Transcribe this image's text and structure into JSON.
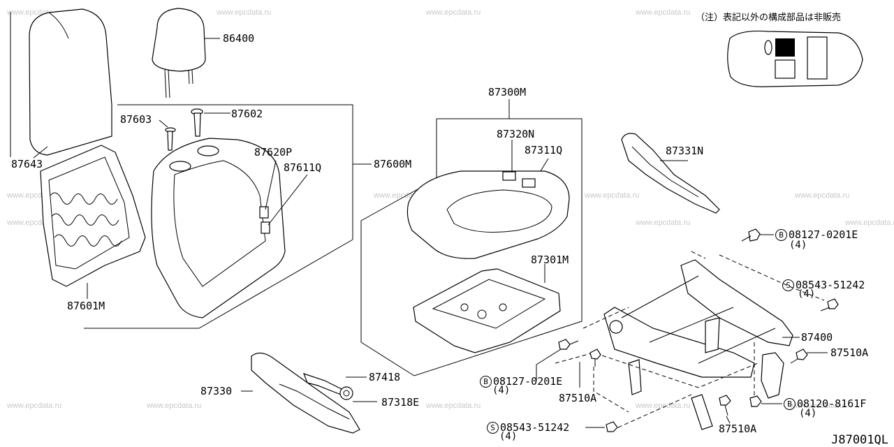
{
  "note": "（注）表記以外の構成部品は非販売",
  "figure_ref": "J87001QL",
  "watermark": "www.epcdata.ru",
  "parts": {
    "p86400": "86400",
    "p87602": "87602",
    "p87603": "87603",
    "p87620P": "87620P",
    "p87611Q": "87611Q",
    "p87600M": "87600M",
    "p87643": "87643",
    "p87601M": "87601M",
    "p87300M": "87300M",
    "p87320N": "87320N",
    "p87311Q": "87311Q",
    "p87301M": "87301M",
    "p87331N": "87331N",
    "p87400": "87400",
    "p87330": "87330",
    "p87418": "87418",
    "p87318E": "87318E",
    "p87510A_1": "87510A",
    "p87510A_2": "87510A",
    "p87510A_3": "87510A"
  },
  "fasteners": {
    "f1": {
      "badge": "B",
      "code": "08127-0201E",
      "qty": "(4)"
    },
    "f2": {
      "badge": "S",
      "code": "08543-51242",
      "qty": "(4)"
    },
    "f3": {
      "badge": "B",
      "code": "08127-0201E",
      "qty": "(4)"
    },
    "f4": {
      "badge": "B",
      "code": "08120-8161F",
      "qty": "(4)"
    },
    "f5": {
      "badge": "S",
      "code": "08543-51242",
      "qty": "(4)"
    }
  }
}
